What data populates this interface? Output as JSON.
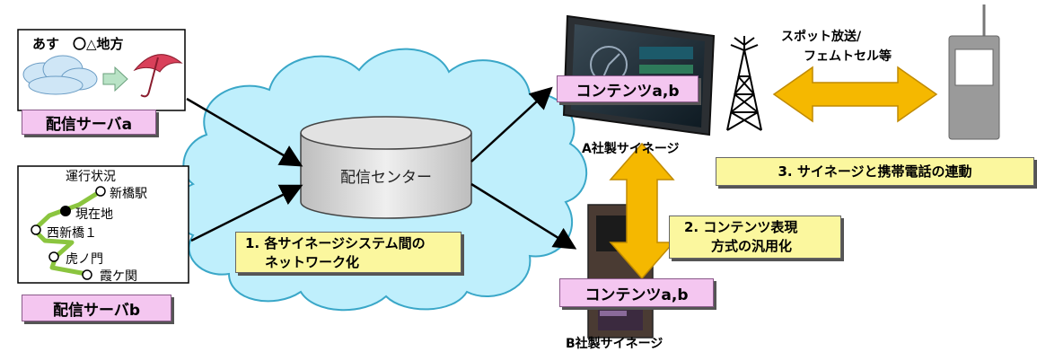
{
  "weather": {
    "text": "あす　〇△地方"
  },
  "server_a": {
    "label": "配信サーバa"
  },
  "server_b": {
    "label": "配信サーバb"
  },
  "route": {
    "title": "運行状況",
    "stations": [
      "新橋駅",
      "現在地",
      "西新橋１",
      "虎ノ門",
      "霞ケ関"
    ]
  },
  "center": {
    "label": "配信センター"
  },
  "point1": {
    "line1": "1.  各サイネージシステム間の",
    "line2": "ネットワーク化"
  },
  "point2": {
    "line1": "2.  コンテンツ表現",
    "line2": "方式の汎用化"
  },
  "point3": {
    "label": "3.  サイネージと携帯電話の連動"
  },
  "content_a": {
    "label": "コンテンツa,b"
  },
  "content_b": {
    "label": "コンテンツa,b"
  },
  "signage_a": {
    "label": "A社製サイネージ"
  },
  "signage_b": {
    "label": "B社製サイネージ"
  },
  "broadcast": {
    "line1": "スポット放送/",
    "line2": "フェムトセル等"
  },
  "colors": {
    "cloud": "#bfeffc",
    "cloud_stroke": "#3aa7c8",
    "pink_box": "#f4c6f0",
    "yellow_box": "#fbf79e",
    "double_arrow": "#f5b800",
    "route_line": "#8bc53f"
  }
}
